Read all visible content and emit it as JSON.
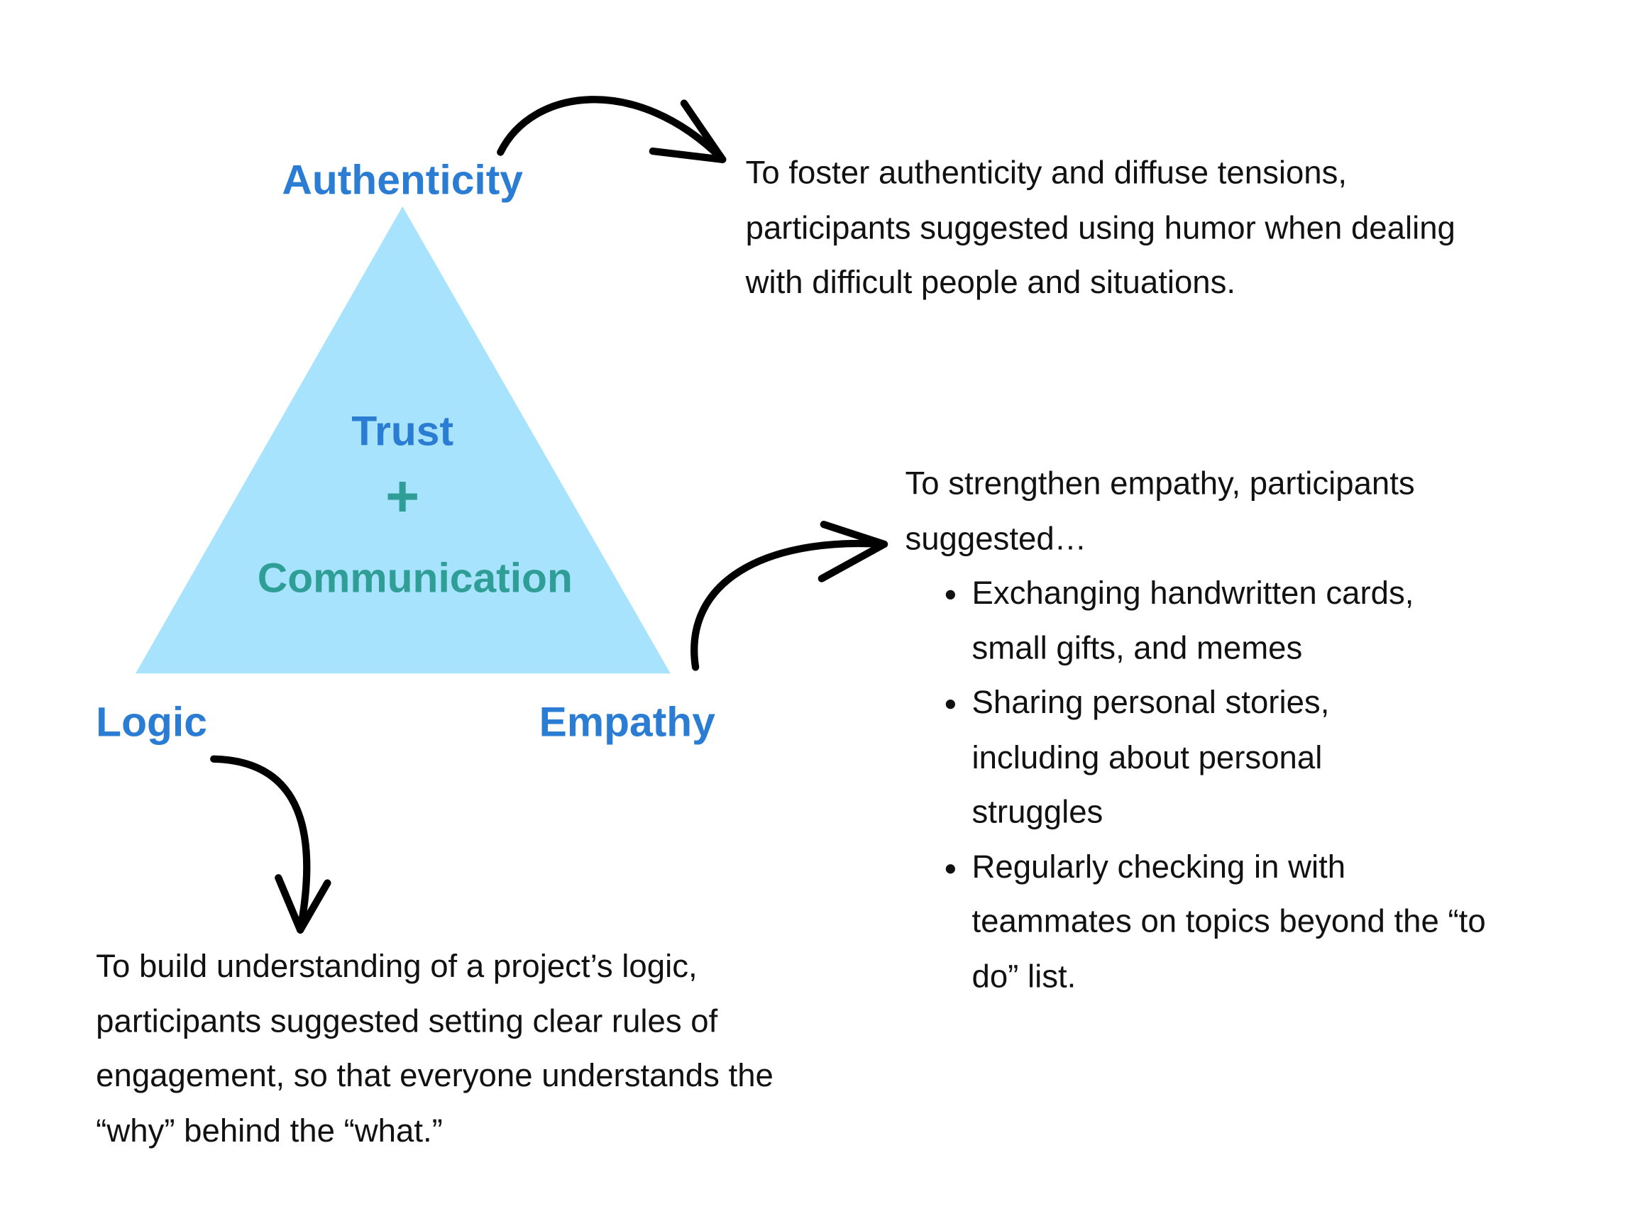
{
  "colors": {
    "label_blue": "#2b7cd3",
    "teal": "#2e9e96",
    "triangle_fill": "#a8e3fd",
    "arrow": "#000000"
  },
  "triangle": {
    "top": "Authenticity",
    "left": "Logic",
    "right": "Empathy",
    "center_top": "Trust",
    "center_symbol": "+",
    "center_bottom": "Communication"
  },
  "authenticity_note": {
    "lines": [
      "To foster authenticity and diffuse tensions,",
      "participants suggested using humor when dealing",
      "with difficult people and situations."
    ]
  },
  "empathy_note": {
    "intro": "To strengthen empathy, participants suggested…",
    "bullets": [
      "Exchanging handwritten cards, small gifts, and memes",
      "Sharing personal stories, including about personal struggles",
      "Regularly checking in with teammates on topics beyond the “to do” list."
    ]
  },
  "logic_note": {
    "lines": [
      "To build understanding of a project’s logic,",
      "participants suggested setting clear rules of",
      "engagement, so that everyone understands the",
      "“why” behind the “what.”"
    ]
  }
}
